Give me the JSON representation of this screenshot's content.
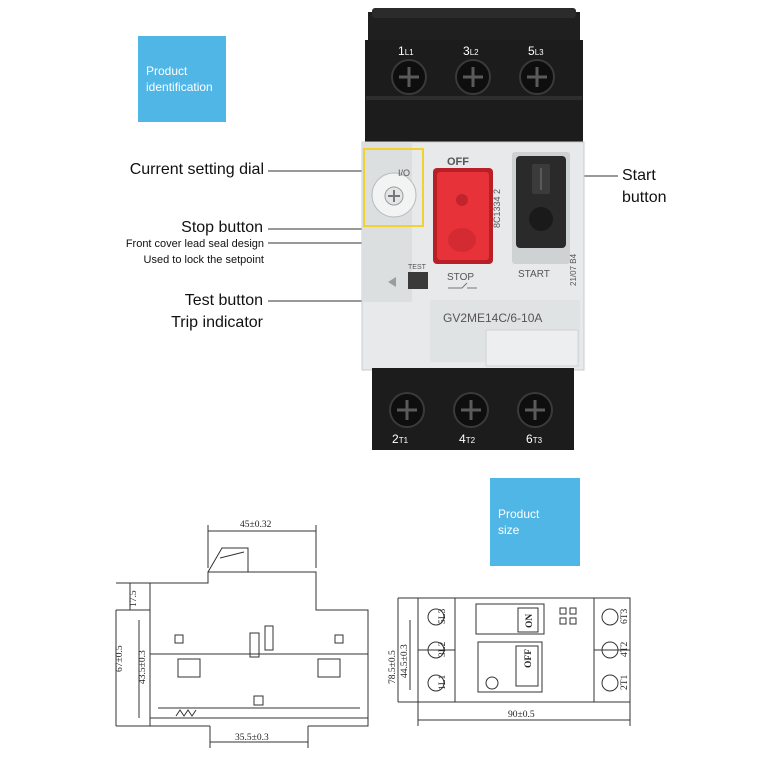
{
  "badges": {
    "identification": [
      "Product",
      "identification"
    ],
    "size": [
      "Product",
      "size"
    ]
  },
  "callouts": {
    "current_setting_dial": "Current setting dial",
    "stop_button": "Stop button",
    "lead_seal_line1": "Front cover lead seal design",
    "lead_seal_line2": "Used to lock the setpoint",
    "test_button": "Test button",
    "trip_indicator": "Trip indicator",
    "start_button_line1": "Start",
    "start_button_line2": "button"
  },
  "device": {
    "top_terminals": [
      {
        "num": "1",
        "sub": "L1"
      },
      {
        "num": "3",
        "sub": "L2"
      },
      {
        "num": "5",
        "sub": "L3"
      }
    ],
    "bottom_terminals": [
      {
        "num": "2",
        "sub": "T1"
      },
      {
        "num": "4",
        "sub": "T2"
      },
      {
        "num": "6",
        "sub": "T3"
      }
    ],
    "off_label": "OFF",
    "stop_label": "STOP",
    "start_label": "START",
    "test_label": "TEST",
    "model": "GV2ME14C/6-10A",
    "side_code": "8C1334 2",
    "date_code": "21/07 B4",
    "dial_marks": "I/O"
  },
  "dimensions": {
    "top_width": "45±0.32",
    "top_height": "17.5",
    "total_height": "67±0.5",
    "mid_height": "43.5±0.3",
    "base_width": "35.5±0.3",
    "right_total": "78.5±0.5",
    "right_mid": "44.5±0.3",
    "depth": "90±0.5"
  },
  "front_view": {
    "left_terminals": [
      "5L3",
      "3L2",
      "1L1"
    ],
    "right_terminals": [
      "6T3",
      "4T2",
      "2T1"
    ],
    "on_label": "ON",
    "off_label": "OFF"
  },
  "colors": {
    "badge": "#4fb6e6",
    "stop_red": "#e8323a",
    "start_black": "#2a2a2a",
    "body_grey": "#e7e9ea",
    "terminal_black": "#1c1c1c"
  }
}
